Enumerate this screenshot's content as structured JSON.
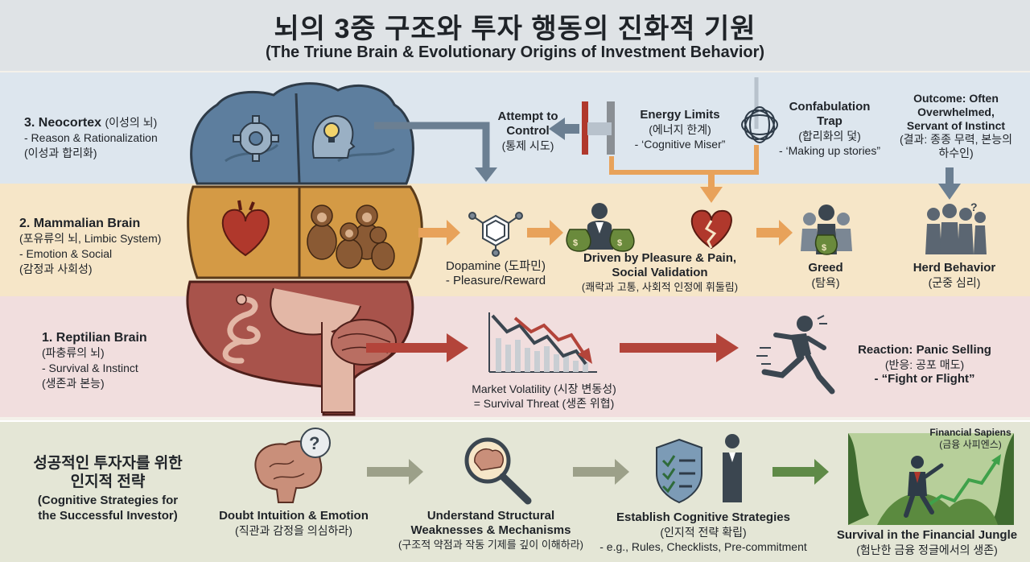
{
  "title": {
    "korean": "뇌의 3중 구조와 투자 행동의 진화적 기원",
    "english": "(The Triune Brain & Evolutionary Origins of Investment Behavior)"
  },
  "layers": {
    "neocortex": {
      "name": "3. Neocortex",
      "name_ko": "(이성의 뇌)",
      "role": "- Reason & Rationalization",
      "role_ko": "(이성과 합리화)"
    },
    "mammalian": {
      "name": "2. Mammalian Brain",
      "name_ko": "(포유류의 뇌, Limbic System)",
      "role": "- Emotion & Social",
      "role_ko": "(감정과 사회성)"
    },
    "reptilian": {
      "name": "1. Reptilian Brain",
      "name_ko": "(파충류의 뇌)",
      "role": "- Survival & Instinct",
      "role_ko": "(생존과 본능)"
    }
  },
  "neocortex_flow": {
    "attempt": [
      "Attempt to",
      "Control",
      "(통제 시도)"
    ],
    "energy": [
      "Energy Limits",
      "(에너지 한계)",
      "- ‘Cognitive Miser”"
    ],
    "confab": [
      "Confabulation",
      "Trap",
      "(합리화의 덫)",
      "- ‘Making up stories”"
    ],
    "outcome": [
      "Outcome: Often",
      "Overwhelmed,",
      "Servant of Instinct",
      "(결과: 종종 무력, 본능의",
      "하수인)"
    ]
  },
  "mammalian_flow": {
    "dopamine": [
      "Dopamine (도파민)",
      "- Pleasure/Reward"
    ],
    "driven": [
      "Driven by Pleasure & Pain,",
      "Social Validation",
      "(쾌락과 고통, 사회적 인정에 휘둘림)"
    ],
    "greed": [
      "Greed",
      "(탐욕)"
    ],
    "herd": [
      "Herd Behavior",
      "(군중 심리)"
    ]
  },
  "reptilian_flow": {
    "volatility": [
      "Market Volatility (시장 변동성)",
      "= Survival Threat (생존 위협)"
    ],
    "reaction": [
      "Reaction: Panic Selling",
      "(반응: 공포 매도)",
      "- “Fight or Flight”"
    ]
  },
  "strategies": {
    "heading_ko": [
      "성공적인 투자자를 위한",
      "인지적 전략"
    ],
    "heading_en": [
      "(Cognitive Strategies for",
      "the Successful Investor)"
    ],
    "step1": [
      "Doubt Intuition & Emotion",
      "(직관과 감정을 의심하라)"
    ],
    "step2": [
      "Understand Structural",
      "Weaknesses & Mechanisms",
      "(구조적 약점과 작동 기제를 깊이 이해하라)"
    ],
    "step3": [
      "Establish Cognitive Strategies",
      "(인지적 전략 확립)",
      "- e.g., Rules, Checklists, Pre-commitment"
    ],
    "sapiens": [
      "Financial Sapiens",
      "(금융 사피엔스)"
    ],
    "survival": [
      "Survival in the Financial Jungle",
      "(험난한 금융 정글에서의 생존)"
    ]
  },
  "icons": {
    "gear": "gear-icon",
    "bulb": "lightbulb-head-icon",
    "heart": "heart-icon",
    "monkeys": "monkey-group-icon",
    "snake": "snake-icon",
    "brainstem": "brainstem-icon",
    "barrier": "barrier-icon",
    "tangle": "tangled-thought-icon",
    "molecule": "dopamine-molecule-icon",
    "money_man": "businessman-money-icon",
    "broken_heart": "broken-heart-icon",
    "greed": "greedy-crowd-icon",
    "herd": "herd-people-icon",
    "chart": "falling-chart-icon",
    "runner": "running-man-icon",
    "doubt": "brain-question-icon",
    "magnifier": "magnifier-brain-icon",
    "shield": "checklist-shield-icon",
    "jungle": "jungle-climber-icon"
  },
  "colors": {
    "title_band": "#dfe3e6",
    "neocortex_band": "#dde6ee",
    "mammalian_band": "#f6e6c8",
    "reptilian_band": "#f1dede",
    "strategy_band": "#e4e6d6",
    "neocortex_brain": "#5d7e9e",
    "mammalian_brain": "#d49a45",
    "reptilian_brain": "#a8534b",
    "orange_arrow": "#e8a25a",
    "red_arrow": "#b3443a",
    "green_arrow": "#5f8a47"
  }
}
